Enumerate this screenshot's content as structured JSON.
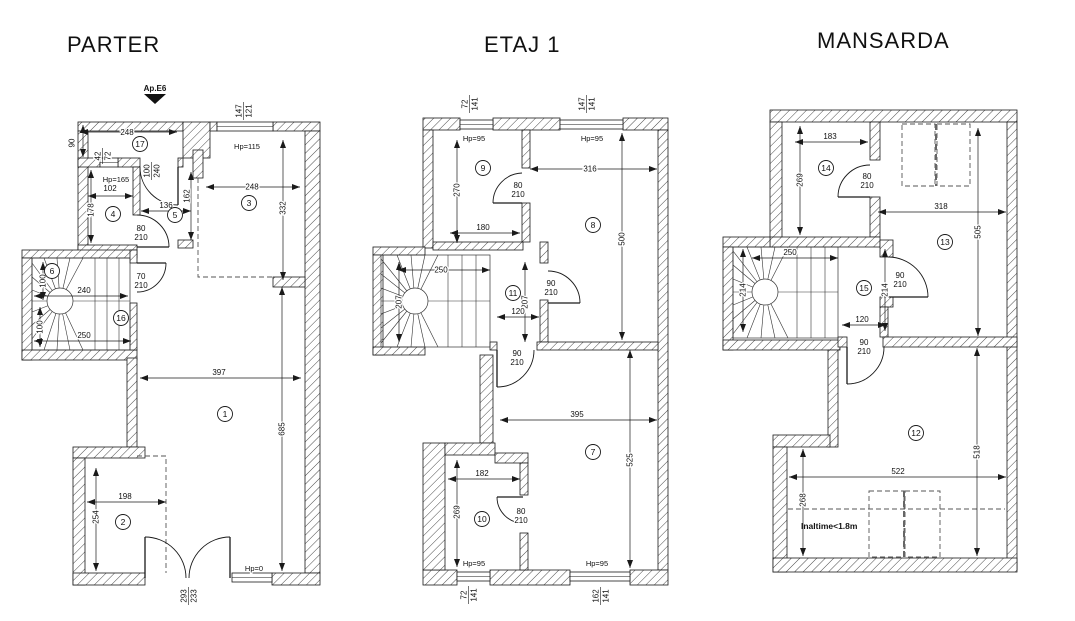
{
  "parter": {
    "title": "PARTER",
    "entrance_label": "Ap.E6",
    "rooms": [
      "17",
      "4",
      "5",
      "3",
      "6",
      "16",
      "1",
      "2"
    ],
    "dims": {
      "porch_w": "248",
      "porch_d": "90",
      "r4_w": "102",
      "r4_h": "178",
      "r5_w": "136",
      "r5_h": "162",
      "r3_w": "248",
      "r3_h": "332",
      "stair_w1": "240",
      "stair_h1": "100",
      "stair_h2": "100",
      "stair_w2": "250",
      "r1_w": "397",
      "r1_h": "685",
      "r2_w": "198",
      "r2_h": "254"
    },
    "doors": {
      "entry": {
        "w": "100",
        "h": "240"
      },
      "d45": {
        "w": "80",
        "h": "210"
      },
      "stair": {
        "w": "70",
        "h": "210"
      },
      "patio": {
        "w": "293",
        "h": "233"
      }
    },
    "windows": {
      "porch": {
        "w": "42",
        "h": "72"
      },
      "top": {
        "w": "147",
        "h": "121"
      }
    },
    "hp": {
      "room4": "Hp=165",
      "room3": "Hp=115",
      "room1": "Hp=0"
    }
  },
  "etaj1": {
    "title": "ETAJ 1",
    "rooms": [
      "9",
      "8",
      "11",
      "7",
      "10"
    ],
    "dims": {
      "r9_h": "270",
      "r9_w": "180",
      "r8_w": "316",
      "r8_h": "500",
      "stair_w": "250",
      "stair_h": "207",
      "hall_h": "207",
      "hall_w": "120",
      "r7_w": "395",
      "r7_h": "525",
      "r10_w": "182",
      "r10_h": "269"
    },
    "doors": {
      "d98": {
        "w": "80",
        "h": "210"
      },
      "d8": {
        "w": "90",
        "h": "210"
      },
      "d7": {
        "w": "90",
        "h": "210"
      },
      "d10": {
        "w": "80",
        "h": "210"
      }
    },
    "windows": {
      "top1": {
        "w": "72",
        "h": "141"
      },
      "top2": {
        "w": "147",
        "h": "141"
      },
      "bot1": {
        "w": "72",
        "h": "141"
      },
      "bot2": {
        "w": "162",
        "h": "141"
      }
    },
    "hp": {
      "room9": "Hp=95",
      "room8": "Hp=95",
      "room10": "Hp=95",
      "room7": "Hp=95"
    }
  },
  "mansarda": {
    "title": "MANSARDA",
    "rooms": [
      "14",
      "13",
      "15",
      "12"
    ],
    "dims": {
      "r14_w": "183",
      "r14_h": "269",
      "r13_w": "318",
      "r13_h": "505",
      "stair_w": "250",
      "stair_h": "214",
      "hall_h": "214",
      "hall_w": "120",
      "r12_w": "522",
      "r12_h": "518",
      "r12_low": "268"
    },
    "doors": {
      "d14": {
        "w": "80",
        "h": "210"
      },
      "d13": {
        "w": "90",
        "h": "210"
      },
      "d12": {
        "w": "90",
        "h": "210"
      }
    },
    "annotation": "Inaltime<1.8m"
  }
}
